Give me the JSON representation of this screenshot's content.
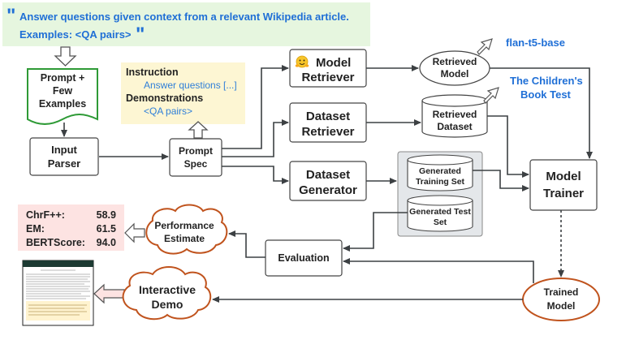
{
  "task_box": {
    "open_quote": "\"",
    "line1": "Answer questions given context from a relevant Wikipedia article.",
    "line2": "Examples: <QA pairs>",
    "close_quote": "\""
  },
  "nodes": {
    "prompt_examples": [
      "Prompt +",
      "Few",
      "Examples"
    ],
    "input_parser": [
      "Input",
      "Parser"
    ],
    "prompt_spec": [
      "Prompt",
      "Spec"
    ],
    "model_retriever": [
      "Model",
      "Retriever"
    ],
    "dataset_retriever": [
      "Dataset",
      "Retriever"
    ],
    "dataset_generator": [
      "Dataset",
      "Generator"
    ],
    "retrieved_model": [
      "Retrieved",
      "Model"
    ],
    "retrieved_dataset": [
      "Retrieved",
      "Dataset"
    ],
    "generated_training_set": [
      "Generated",
      "Training Set"
    ],
    "generated_test_set": [
      "Generated Test",
      "Set"
    ],
    "model_trainer": [
      "Model",
      "Trainer"
    ],
    "trained_model": [
      "Trained",
      "Model"
    ],
    "evaluation": "Evaluation",
    "performance_estimate": [
      "Performance",
      "Estimate"
    ],
    "interactive_demo": [
      "Interactive",
      "Demo"
    ]
  },
  "instruction_box": {
    "instruction_title": "Instruction",
    "instruction_text": "Answer questions [...]",
    "demonstrations_title": "Demonstrations",
    "demonstrations_text": "<QA pairs>"
  },
  "callouts": {
    "model_name": "flan-t5-base",
    "dataset_name": [
      "The Children's",
      "Book Test"
    ]
  },
  "metrics": [
    {
      "name": "ChrF++:",
      "value": "58.9"
    },
    {
      "name": "EM:",
      "value": "61.5"
    },
    {
      "name": "BERTScore:",
      "value": "94.0"
    }
  ],
  "icons": {
    "model_retriever": "hugging-face-emoji-icon"
  },
  "colors": {
    "task_bg": "#e6f6df",
    "instruction_bg": "#fdf6d3",
    "metrics_bg": "#fde3e2",
    "highlight_border": "#c0531d",
    "label_blue": "#1f6fd6",
    "gen_panel_bg": "#e4e7ea",
    "prompt_border": "#2e9a36"
  }
}
